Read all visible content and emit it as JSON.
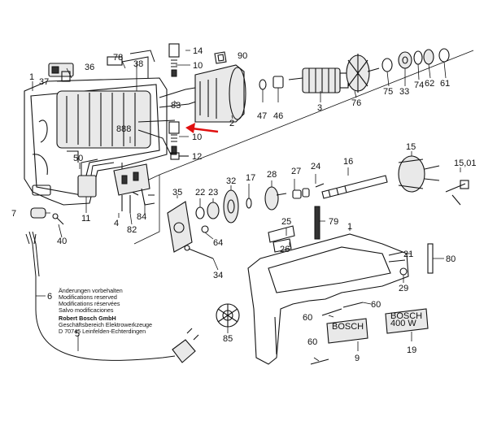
{
  "callout_color": "#e01010",
  "labels": [
    {
      "id": "n14",
      "text": "14"
    },
    {
      "id": "n90",
      "text": "90"
    },
    {
      "id": "n78",
      "text": "78"
    },
    {
      "id": "n36",
      "text": "36"
    },
    {
      "id": "n38",
      "text": "38"
    },
    {
      "id": "n10a",
      "text": "10"
    },
    {
      "id": "n1a",
      "text": "1"
    },
    {
      "id": "n37",
      "text": "37"
    },
    {
      "id": "n83",
      "text": "83"
    },
    {
      "id": "n2",
      "text": "2"
    },
    {
      "id": "n47",
      "text": "47"
    },
    {
      "id": "n46",
      "text": "46"
    },
    {
      "id": "n3",
      "text": "3"
    },
    {
      "id": "n76",
      "text": "76"
    },
    {
      "id": "n75",
      "text": "75"
    },
    {
      "id": "n33",
      "text": "33"
    },
    {
      "id": "n74",
      "text": "74"
    },
    {
      "id": "n62",
      "text": "62"
    },
    {
      "id": "n61",
      "text": "61"
    },
    {
      "id": "n888",
      "text": "888"
    },
    {
      "id": "n10b",
      "text": "10"
    },
    {
      "id": "n50",
      "text": "50"
    },
    {
      "id": "n12",
      "text": "12"
    },
    {
      "id": "n16",
      "text": "16"
    },
    {
      "id": "n15",
      "text": "15"
    },
    {
      "id": "n1501",
      "text": "15,01"
    },
    {
      "id": "n35",
      "text": "35"
    },
    {
      "id": "n22",
      "text": "22"
    },
    {
      "id": "n23",
      "text": "23"
    },
    {
      "id": "n32",
      "text": "32"
    },
    {
      "id": "n17",
      "text": "17"
    },
    {
      "id": "n28",
      "text": "28"
    },
    {
      "id": "n27",
      "text": "27"
    },
    {
      "id": "n24",
      "text": "24"
    },
    {
      "id": "n11",
      "text": "11"
    },
    {
      "id": "n4",
      "text": "4"
    },
    {
      "id": "n82",
      "text": "82"
    },
    {
      "id": "n84",
      "text": "84"
    },
    {
      "id": "n7",
      "text": "7"
    },
    {
      "id": "n40",
      "text": "40"
    },
    {
      "id": "n64",
      "text": "64"
    },
    {
      "id": "n25",
      "text": "25"
    },
    {
      "id": "n79",
      "text": "79"
    },
    {
      "id": "n26",
      "text": "26"
    },
    {
      "id": "n1b",
      "text": "1"
    },
    {
      "id": "n21",
      "text": "21"
    },
    {
      "id": "n80",
      "text": "80"
    },
    {
      "id": "n34",
      "text": "34"
    },
    {
      "id": "n29",
      "text": "29"
    },
    {
      "id": "n6",
      "text": "6"
    },
    {
      "id": "n60a",
      "text": "60"
    },
    {
      "id": "n60b",
      "text": "60"
    },
    {
      "id": "n5",
      "text": "5"
    },
    {
      "id": "n85",
      "text": "85"
    },
    {
      "id": "n60c",
      "text": "60"
    },
    {
      "id": "n9",
      "text": "9"
    },
    {
      "id": "n19",
      "text": "19"
    }
  ],
  "notes": {
    "line1": "Änderungen vorbehalten",
    "line2": "Modifications reserved",
    "line3": "Modifications réservées",
    "line4": "Salvo modificaciones",
    "line5": "Robert Bosch GmbH",
    "line6": "Geschäftsbereich Elektrowerkzeuge",
    "line7": "D 70745 Leinfelden-Echterdingen"
  },
  "nameplates": {
    "plate_9": "BOSCH",
    "plate_19_brand": "BOSCH",
    "plate_19_power": "400 W"
  }
}
